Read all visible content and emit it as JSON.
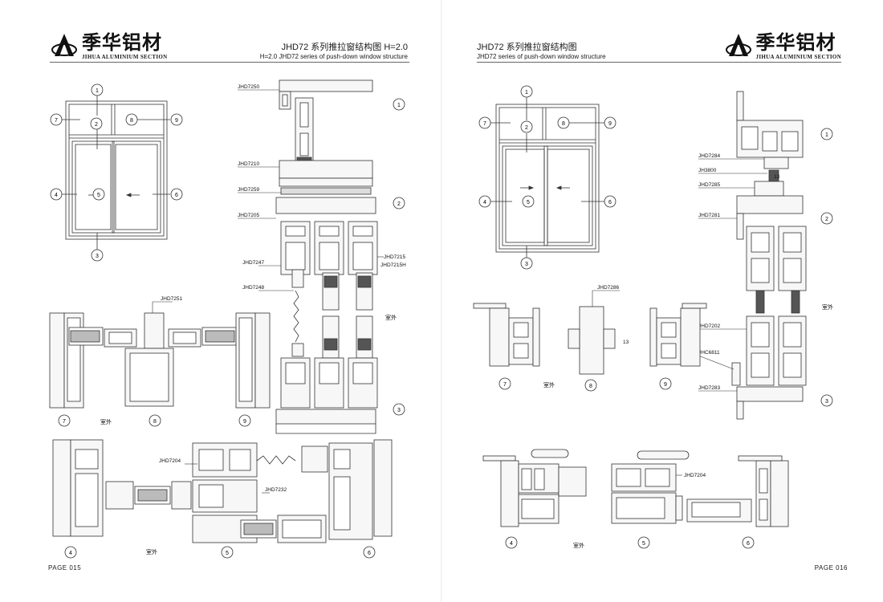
{
  "brand": {
    "name_cn": "季华铝材",
    "name_en": "JIHUA ALUMINIUM SECTION"
  },
  "left": {
    "title": "JHD72 系列推拉窗结构图 H=2.0",
    "subtitle": "H=2.0 JHD72 series of push-down window structure",
    "page": "PAGE 015",
    "elevation_numbers": [
      "1",
      "2",
      "3",
      "4",
      "5",
      "6",
      "7",
      "8",
      "9"
    ],
    "vertical_labels": [
      "JHD7250",
      "JHD7210",
      "JHD7259",
      "JHD7205",
      "JHD7247",
      "JHD7248",
      "JHD7215",
      "JHD7215H"
    ],
    "vertical_circles": [
      "1",
      "2",
      "3"
    ],
    "vertical_outdoor": "室外",
    "top_section_label": "JHD7251",
    "top_section_numbers": [
      "7",
      "8",
      "9"
    ],
    "top_section_outdoor": "室外",
    "bottom_section_labels": [
      "JHD7204",
      "JHD7232"
    ],
    "bottom_section_numbers": [
      "4",
      "5",
      "6"
    ],
    "bottom_section_outdoor": "室外"
  },
  "right": {
    "title": "JHD72 系列推拉窗结构图",
    "subtitle": "JHD72 series of push-down window structure",
    "page": "PAGE 016",
    "elevation_numbers": [
      "1",
      "2",
      "3",
      "4",
      "5",
      "6",
      "7",
      "8",
      "9"
    ],
    "vertical_labels": [
      "JHD7284",
      "JH3800",
      "JHD7285",
      "JHD7281",
      "JHD7202",
      "JHC6811",
      "JHD7283"
    ],
    "vertical_dim": "13",
    "vertical_circles": [
      "1",
      "2",
      "3"
    ],
    "vertical_outdoor": "室外",
    "top_section_label": "JHD7286",
    "top_section_dim": "13",
    "top_section_numbers": [
      "7",
      "8",
      "9"
    ],
    "top_section_outdoor": "室外",
    "bottom_section_label": "JHD7204",
    "bottom_section_numbers": [
      "4",
      "5",
      "6"
    ],
    "bottom_section_outdoor": "室外"
  },
  "colors": {
    "line": "#333333",
    "fill_light": "#f4f4f4",
    "gasket": "#555555"
  }
}
